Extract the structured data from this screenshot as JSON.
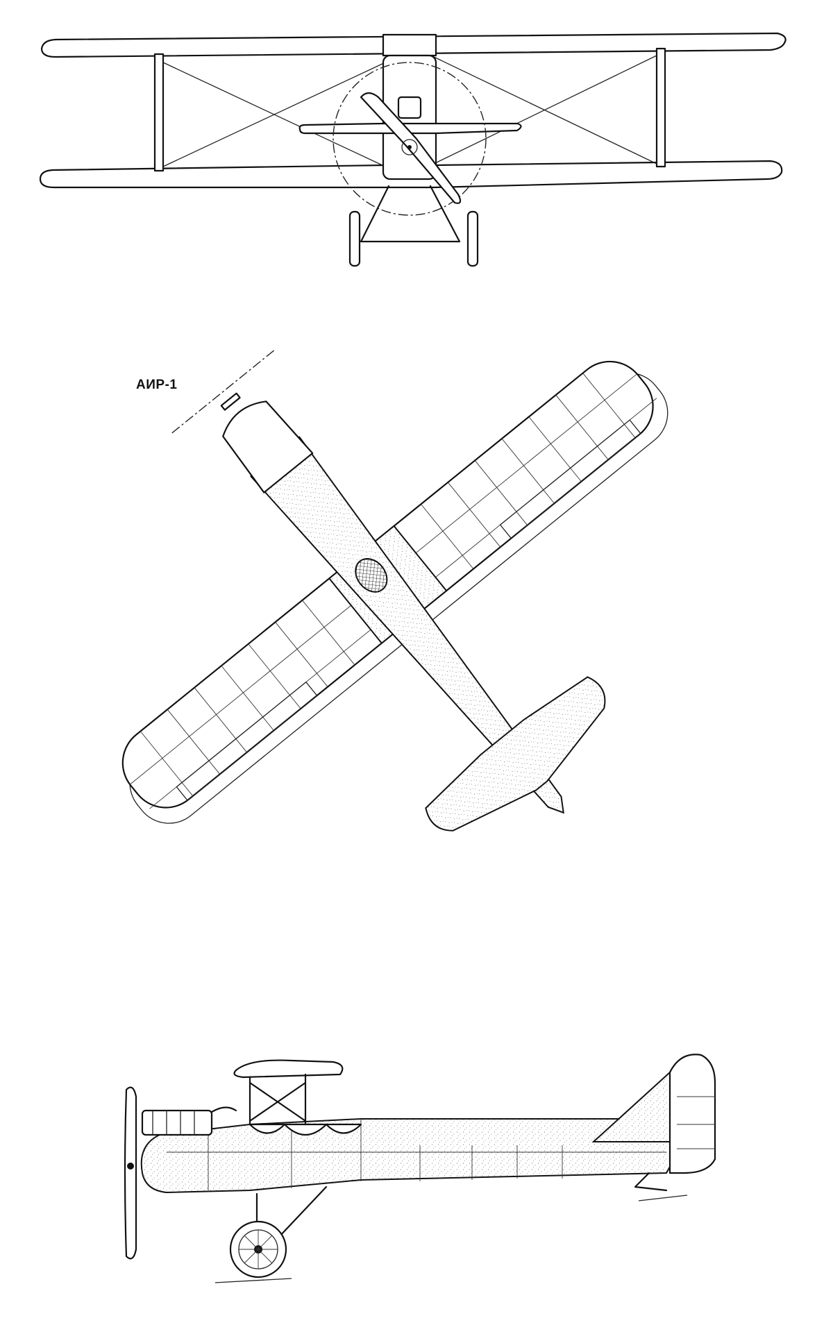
{
  "title": "АИР-1",
  "views": {
    "front": "front-view",
    "top": "top-view",
    "side": "side-view"
  }
}
